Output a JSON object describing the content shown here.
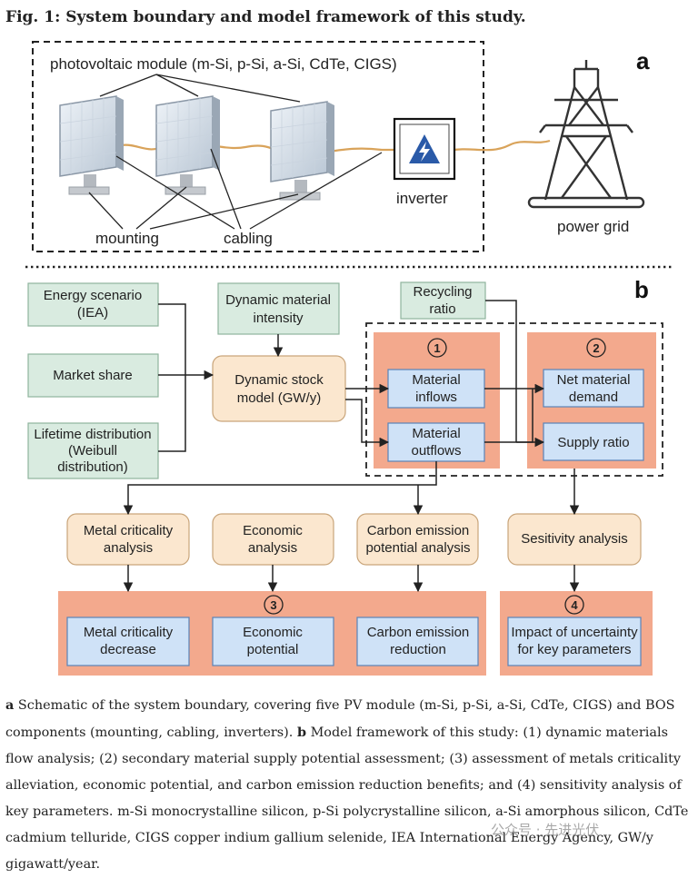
{
  "figure": {
    "title": "Fig. 1: System boundary and model framework of this study."
  },
  "panel_a": {
    "label": "a",
    "module_label": "photovoltaic module (m-Si, p-Si, a-Si, CdTe, CIGS)",
    "mounting_label": "mounting",
    "cabling_label": "cabling",
    "inverter_label": "inverter",
    "grid_label": "power grid"
  },
  "panel_b": {
    "label": "b",
    "inputs": {
      "energy_scenario": [
        "Energy scenario",
        "(IEA)"
      ],
      "dynamic_intensity": [
        "Dynamic material",
        "intensity"
      ],
      "market_share": [
        "Market share"
      ],
      "lifetime": [
        "Lifetime distribution",
        "(Weibull",
        "distribution)"
      ],
      "recycling": [
        "Recycling",
        "ratio"
      ]
    },
    "stock_model": [
      "Dynamic stock",
      "model (GW/y)"
    ],
    "group1": {
      "num": "①",
      "inflows": [
        "Material",
        "inflows"
      ],
      "outflows": [
        "Material",
        "outflows"
      ]
    },
    "group2": {
      "num": "②",
      "net_demand": [
        "Net material",
        "demand"
      ],
      "supply_ratio": [
        "Supply ratio"
      ]
    },
    "analyses": {
      "metal": [
        "Metal criticality",
        "analysis"
      ],
      "economic": [
        "Economic",
        "analysis"
      ],
      "carbon": [
        "Carbon emission",
        "potential analysis"
      ],
      "sensitivity": [
        "Sesitivity analysis"
      ]
    },
    "group3": {
      "num": "③",
      "metal_decrease": [
        "Metal criticality",
        "decrease"
      ],
      "economic_potential": [
        "Economic",
        "potential"
      ],
      "carbon_reduction": [
        "Carbon emission",
        "reduction"
      ]
    },
    "group4": {
      "num": "④",
      "impact": [
        "Impact of uncertainty",
        "for key parameters"
      ]
    }
  },
  "caption": {
    "a_label": "a",
    "a_text": " Schematic of the system boundary, covering five PV module (m-Si, p-Si, a-Si, CdTe, CIGS) and BOS components (mounting, cabling, inverters). ",
    "b_label": "b",
    "b_text": " Model framework of this study: (1) dynamic materials flow analysis; (2) secondary material supply potential assessment; (3) assessment of metals criticality alleviation, economic potential, and carbon emission reduction benefits; and (4) sensitivity analysis of key parameters. m-Si monocrystalline silicon, p-Si polycrystalline silicon, a-Si amorphous silicon, CdTe cadmium telluride, CIGS copper indium gallium selenide, IEA International Energy Agency, GW/y gigawatt/year."
  },
  "watermark": "公众号 · 先进光伏",
  "colors": {
    "green_box": "#d9ebe0",
    "green_border": "#8fb39d",
    "orange_box": "#fbe7cf",
    "orange_border": "#c9a57a",
    "blue_box": "#cfe2f7",
    "blue_border": "#5a84b8",
    "salmon": "#f3a98d",
    "arrow": "#222222",
    "cable": "#d9a35a",
    "inverter_blue": "#2a5aa8"
  }
}
